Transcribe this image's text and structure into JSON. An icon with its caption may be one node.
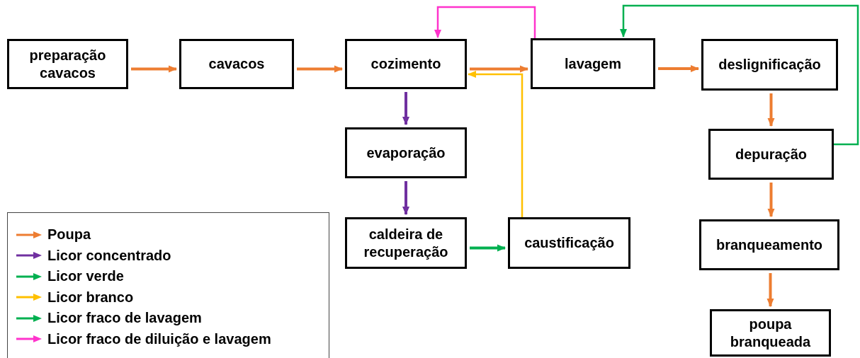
{
  "diagram": {
    "nodes": [
      {
        "text": [
          "preparação cavacos"
        ]
      },
      {
        "text": [
          "cavacos"
        ]
      },
      {
        "text": [
          "cozimento"
        ]
      },
      {
        "text": [
          "lavagem"
        ]
      },
      {
        "text": [
          "deslignificação"
        ]
      },
      {
        "text": [
          "evaporação"
        ]
      },
      {
        "text": [
          "depuração"
        ]
      },
      {
        "text": [
          "caldeira de recuperação"
        ]
      },
      {
        "text": [
          "caustificação"
        ]
      },
      {
        "text": [
          "branqueamento"
        ]
      },
      {
        "text": [
          "poupa branqueada"
        ]
      }
    ],
    "edges": [
      {
        "from": 0,
        "to": 1,
        "arrow": "to"
      },
      {
        "from": 1,
        "to": 2,
        "arrow": "to"
      },
      {
        "from": 2,
        "to": 3,
        "arrow": "to"
      },
      {
        "from": 3,
        "to": 4,
        "arrow": "to"
      },
      {
        "from": 2,
        "to": 5,
        "arrow": "to",
        "color": "#7030a0"
      },
      {
        "from": 5,
        "to": 7,
        "arrow": "to",
        "color": "#7030a0"
      },
      {
        "from": 7,
        "to": 8,
        "arrow": "to",
        "color": "#00b050"
      },
      {
        "from": 8,
        "to": 2,
        "arrow": "to",
        "color": "#ffc000"
      },
      {
        "from": 3,
        "to": 2,
        "arrow": "to",
        "color": "#ff33cc"
      },
      {
        "from": 6,
        "to": 3,
        "arrow": "to",
        "color": "#00b050"
      },
      {
        "from": 4,
        "to": 6,
        "arrow": "to"
      },
      {
        "from": 6,
        "to": 9,
        "arrow": "to"
      },
      {
        "from": 9,
        "to": 10,
        "arrow": "to"
      }
    ],
    "legend": [
      {
        "text": "Poupa"
      },
      {
        "text": "Licor concentrado"
      },
      {
        "text": "Licor verde"
      },
      {
        "text": "Licor branco"
      },
      {
        "text": "Licor fraco de lavagem"
      },
      {
        "text": "Licor fraco de diluição e lavagem"
      }
    ]
  }
}
